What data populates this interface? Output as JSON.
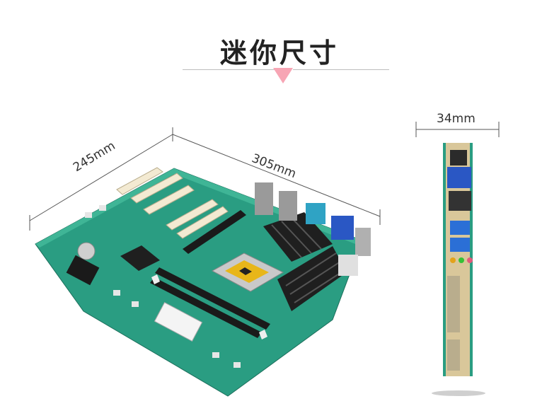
{
  "title": "迷你尺寸",
  "dimensions": {
    "width_label": "245mm",
    "length_label": "305mm",
    "thickness_label": "34mm"
  },
  "colors": {
    "pointer": "#f7a5b4",
    "pcb": "#2a9d82",
    "heatsink": "#1f1f1f",
    "slot": "#f3ead2"
  }
}
